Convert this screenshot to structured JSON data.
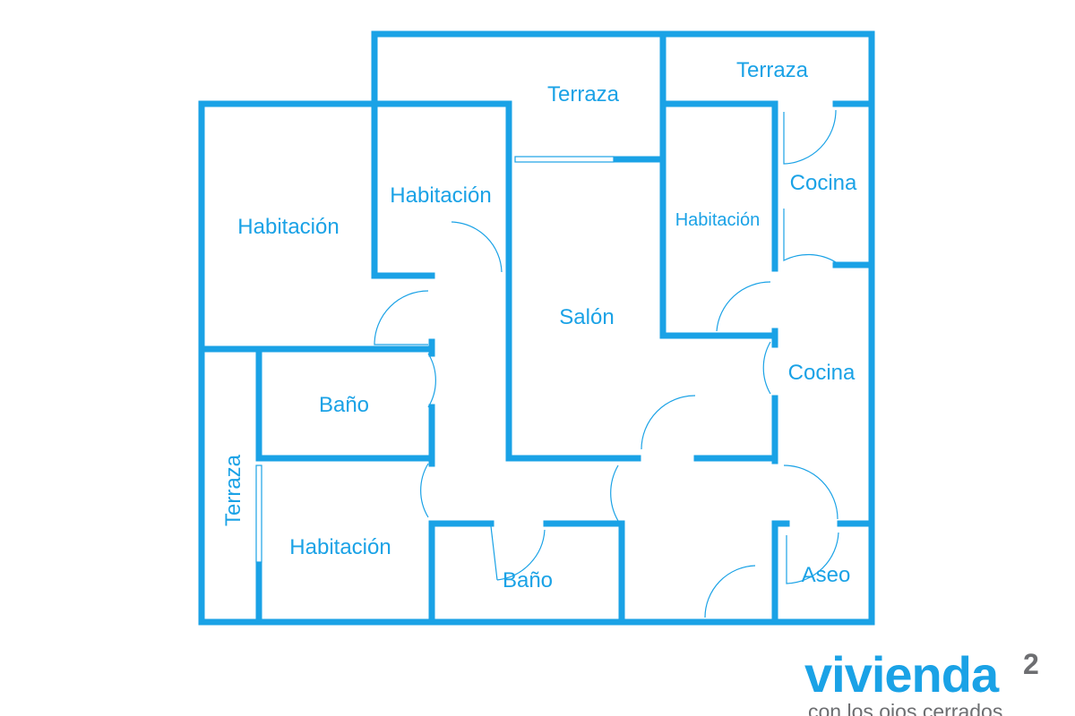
{
  "rooms": {
    "terraza_top": "Terraza",
    "terraza_top_right": "Terraza",
    "habitacion_left": "Habitación",
    "habitacion_center": "Habitación",
    "habitacion_right": "Habitación",
    "cocina_upper": "Cocina",
    "salon": "Salón",
    "cocina_lower": "Cocina",
    "bano_left": "Baño",
    "terraza_left": "Terraza",
    "habitacion_bottom": "Habitación",
    "bano_bottom": "Baño",
    "aseo": "Aseo"
  },
  "logo": {
    "word": "vivienda",
    "superscript": "2",
    "tagline": "con los ojos cerrados"
  },
  "colors": {
    "wall": "#1aa2e6",
    "logo_accent": "#1aa2e6",
    "logo_gray": "#6d6e71"
  }
}
